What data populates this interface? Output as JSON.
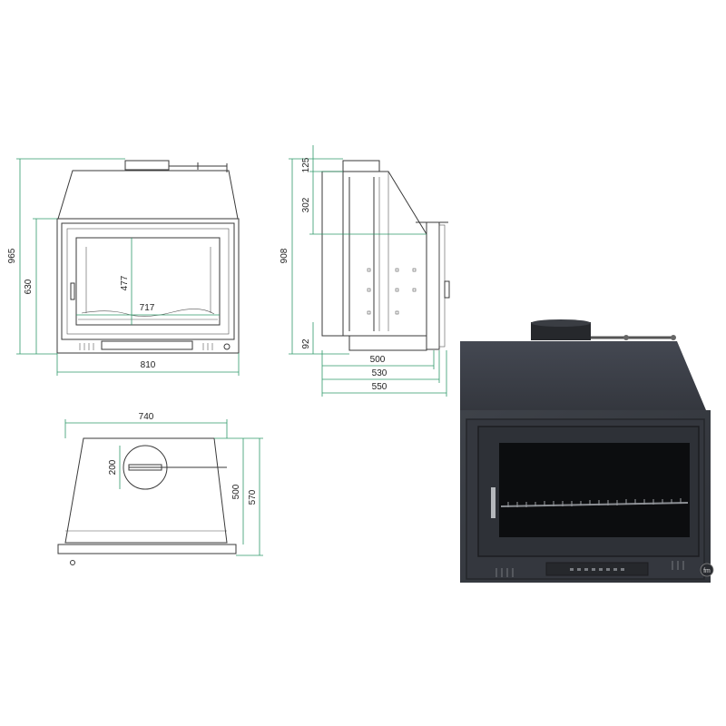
{
  "front_view": {
    "width": "810",
    "total_height": "965",
    "door_height": "630",
    "glass_height": "477",
    "glass_width": "717"
  },
  "side_view": {
    "total_height": "908",
    "collar_height": "125",
    "hood_height": "302",
    "base_height": "92",
    "depth_a": "500",
    "depth_b": "530",
    "depth_c": "550"
  },
  "top_view": {
    "width": "740",
    "flue_diameter": "200",
    "depth_a": "500",
    "depth_b": "570"
  },
  "photo": {
    "badge": "fm"
  },
  "colors": {
    "dimension_line": "#2f9a6a",
    "drawing_line": "#3a3a3a",
    "steel": "#3b3e45"
  }
}
